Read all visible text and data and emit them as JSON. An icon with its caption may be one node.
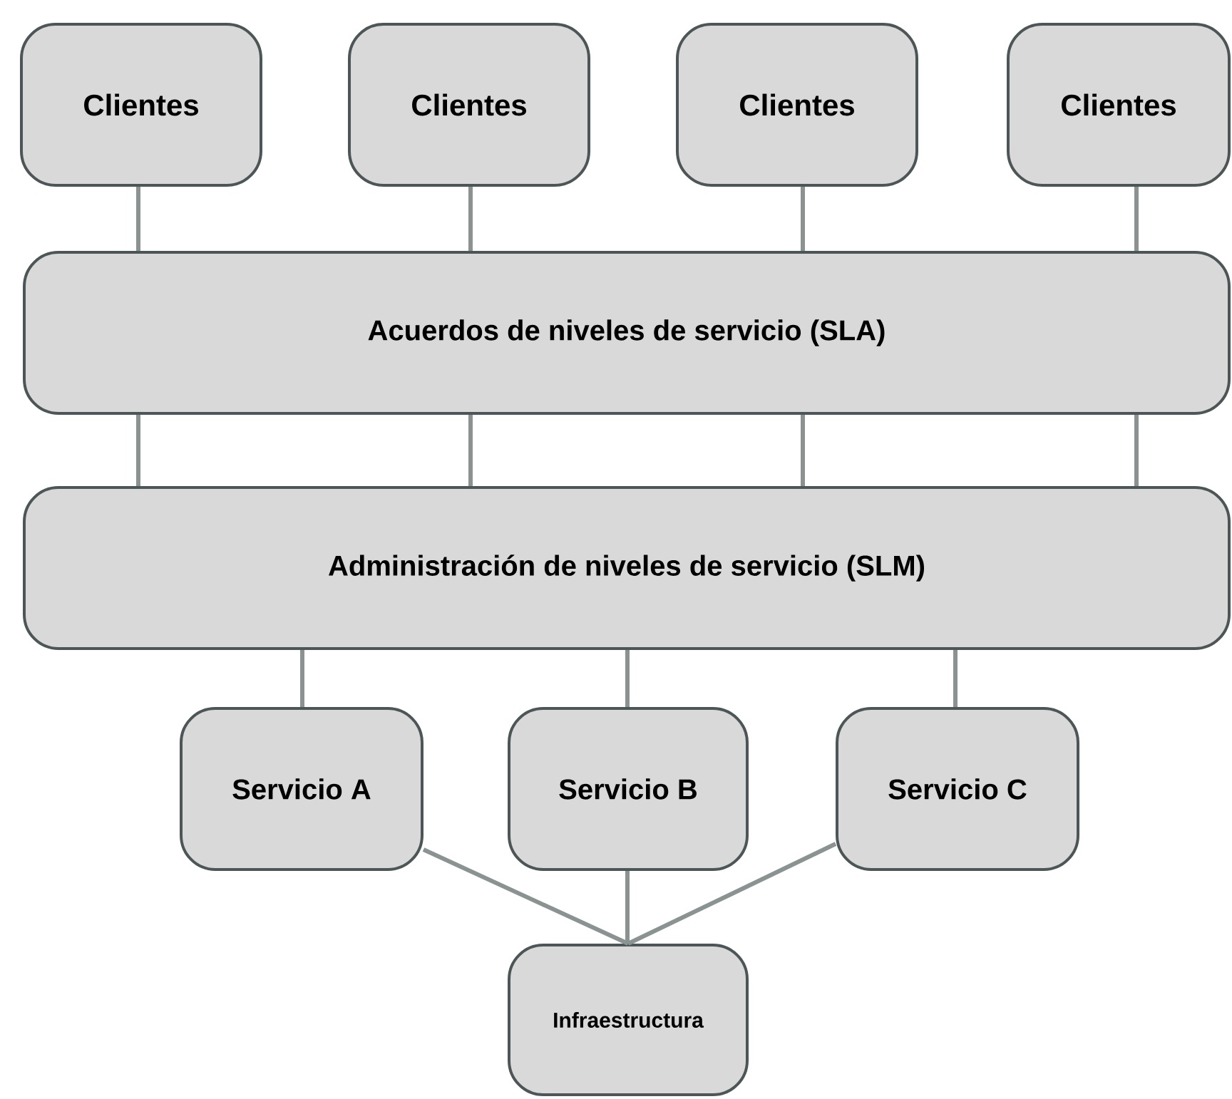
{
  "diagram": {
    "nodes": [
      {
        "text": [
          "Clientes"
        ]
      },
      {
        "text": [
          "Clientes"
        ]
      },
      {
        "text": [
          "Clientes"
        ]
      },
      {
        "text": [
          "Clientes"
        ]
      },
      {
        "text": [
          "Acuerdos de niveles de servicio (SLA)"
        ]
      },
      {
        "text": [
          "Administración de niveles de servicio (SLM)"
        ]
      },
      {
        "text": [
          "Servicio A"
        ]
      },
      {
        "text": [
          "Servicio B"
        ]
      },
      {
        "text": [
          "Servicio C"
        ]
      },
      {
        "text": [
          "Infraestructura"
        ]
      }
    ],
    "edges": [
      {
        "from": 0,
        "to": 4,
        "arrow": "none"
      },
      {
        "from": 1,
        "to": 4,
        "arrow": "none"
      },
      {
        "from": 2,
        "to": 4,
        "arrow": "none"
      },
      {
        "from": 3,
        "to": 4,
        "arrow": "none"
      },
      {
        "from": 4,
        "to": 5,
        "arrow": "none"
      },
      {
        "from": 4,
        "to": 5,
        "arrow": "none"
      },
      {
        "from": 4,
        "to": 5,
        "arrow": "none"
      },
      {
        "from": 4,
        "to": 5,
        "arrow": "none"
      },
      {
        "from": 5,
        "to": 6,
        "arrow": "none"
      },
      {
        "from": 5,
        "to": 7,
        "arrow": "none"
      },
      {
        "from": 5,
        "to": 8,
        "arrow": "none"
      },
      {
        "from": 6,
        "to": 9,
        "arrow": "none"
      },
      {
        "from": 7,
        "to": 9,
        "arrow": "none"
      },
      {
        "from": 8,
        "to": 9,
        "arrow": "none"
      }
    ]
  }
}
